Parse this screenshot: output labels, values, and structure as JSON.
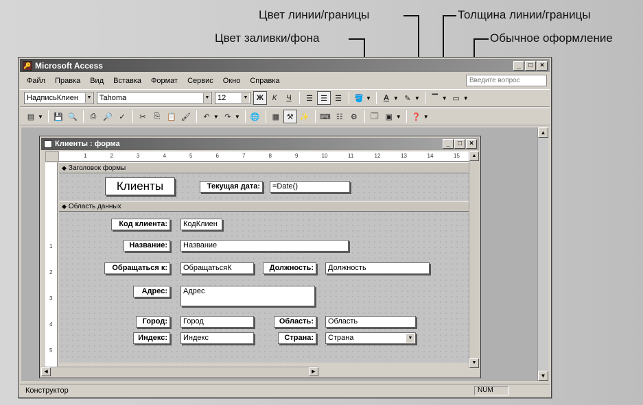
{
  "callouts": {
    "line_color": "Цвет линии/границы",
    "line_width": "Толщина линии/границы",
    "fill_color": "Цвет заливки/фона",
    "normal_style": "Обычное оформление"
  },
  "window": {
    "title": "Microsoft Access",
    "help_placeholder": "Введите вопрос"
  },
  "menu": [
    "Файл",
    "Правка",
    "Вид",
    "Вставка",
    "Формат",
    "Сервис",
    "Окно",
    "Справка"
  ],
  "toolbar": {
    "object_combo": "НадписьКлиен",
    "font_combo": "Tahoma",
    "size_combo": "12"
  },
  "form_window": {
    "title": "Клиенты : форма"
  },
  "sections": {
    "header": "Заголовок формы",
    "detail": "Область данных"
  },
  "header_controls": {
    "title_label": "Клиенты",
    "date_label": "Текущая дата:",
    "date_field": "=Date()"
  },
  "detail_controls": {
    "code_label": "Код клиента:",
    "code_field": "КодКлиен",
    "name_label": "Название:",
    "name_field": "Название",
    "contact_label": "Обращаться к:",
    "contact_field": "ОбращатьсяК",
    "position_label": "Должность:",
    "position_field": "Должность",
    "address_label": "Адрес:",
    "address_field": "Адрес",
    "city_label": "Город:",
    "city_field": "Город",
    "region_label": "Область:",
    "region_field": "Область",
    "zip_label": "Индекс:",
    "zip_field": "Индекс",
    "country_label": "Страна:",
    "country_field": "Страна"
  },
  "ruler_numbers": [
    "1",
    "2",
    "3",
    "4",
    "5",
    "6",
    "7",
    "8",
    "9",
    "10",
    "11",
    "12",
    "13",
    "14",
    "15"
  ],
  "vruler_numbers": [
    "1",
    "2",
    "3",
    "4",
    "5"
  ],
  "status": {
    "mode": "Конструктор",
    "num": "NUM"
  }
}
